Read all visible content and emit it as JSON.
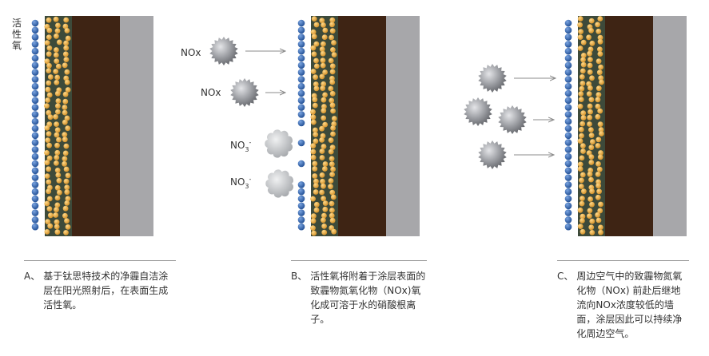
{
  "panels": [
    {
      "side_label": "活性氧",
      "caption_label": "A、",
      "caption_text": "基于钛思特技术的净霾自洁涂层在阳光照射后，在表面生成活性氧。"
    },
    {
      "caption_label": "B、",
      "caption_text": "活性氧将附着于涂层表面的致霾物氮氧化物（NOx)氧化成可溶于水的硝酸根离子。",
      "nox_label_1": "NOx",
      "nox_label_2": "NOx",
      "no3_base": "NO",
      "no3_sub": "3",
      "no3_sup": "-"
    },
    {
      "caption_label": "C、",
      "caption_text": "周边空气中的致霾物氮氧化物（NOx) 前赴后继地流向NOx浓度较低的墙面，涂层因此可以持续净化周边空气。"
    }
  ],
  "colors": {
    "coating": "#3d4a3a",
    "particles": "#e8a53a",
    "wall": "#3e2414",
    "plaster": "#a7a7aa",
    "oxygen": "#2f62ad",
    "nox": "#8f9196",
    "no3": "#c4c6c9",
    "arrow": "#8b8b8b"
  }
}
